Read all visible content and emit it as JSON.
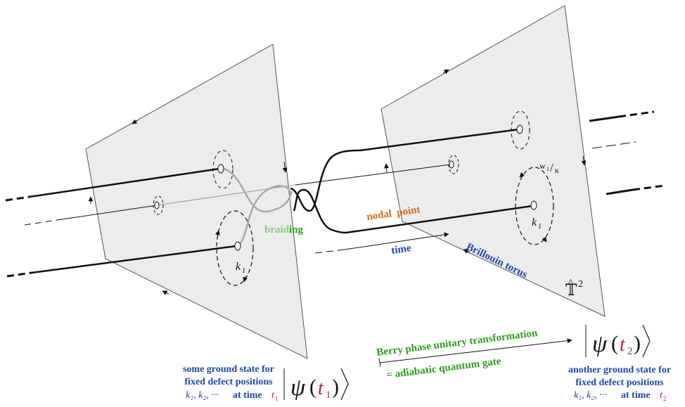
{
  "colors": {
    "sheet_fill": "#ececec",
    "sheet_stroke": "#555555",
    "blue": "#1f45a8",
    "green": "#2e9a1e",
    "light_green": "#8fc98a",
    "orange": "#d06f12",
    "magenta": "#c2185b",
    "black": "#111111",
    "gray_strand": "#a9a9a9"
  },
  "labels": {
    "braiding_prefix": "braid",
    "braiding_suffix": "ing",
    "nodal_point": "nodal  point",
    "time": "time",
    "brillouin_torus": "Brillouin torus",
    "torus_symbol": "𝕋",
    "torus_hat": "^",
    "torus_exponent": "2",
    "k_left": "k",
    "k_left_sub": "1",
    "k_right": "k",
    "k_right_sub": "1",
    "winding_w": "w",
    "winding_w_sub": "1",
    "winding_slash": "/",
    "winding_kappa": "κ",
    "berry_phase": "Berry phase unitary transformation",
    "equals_gate": "= adiabatic quantum gate"
  },
  "left_state": {
    "line1": "some ground state for",
    "line2": "fixed defect positions",
    "k_seq": "k₁, k₂, ···",
    "at_time": "at time",
    "t": "t",
    "t_sub": "1",
    "psi": "ψ",
    "open_paren": "(",
    "close_paren": ")"
  },
  "right_state": {
    "line1": "another ground state for",
    "line2": "fixed defect positions",
    "k_seq": "k₁, k₂, ···",
    "at_time": "at time",
    "t": "t",
    "t_sub": "2",
    "psi": "ψ",
    "open_paren": "(",
    "close_paren": ")"
  }
}
